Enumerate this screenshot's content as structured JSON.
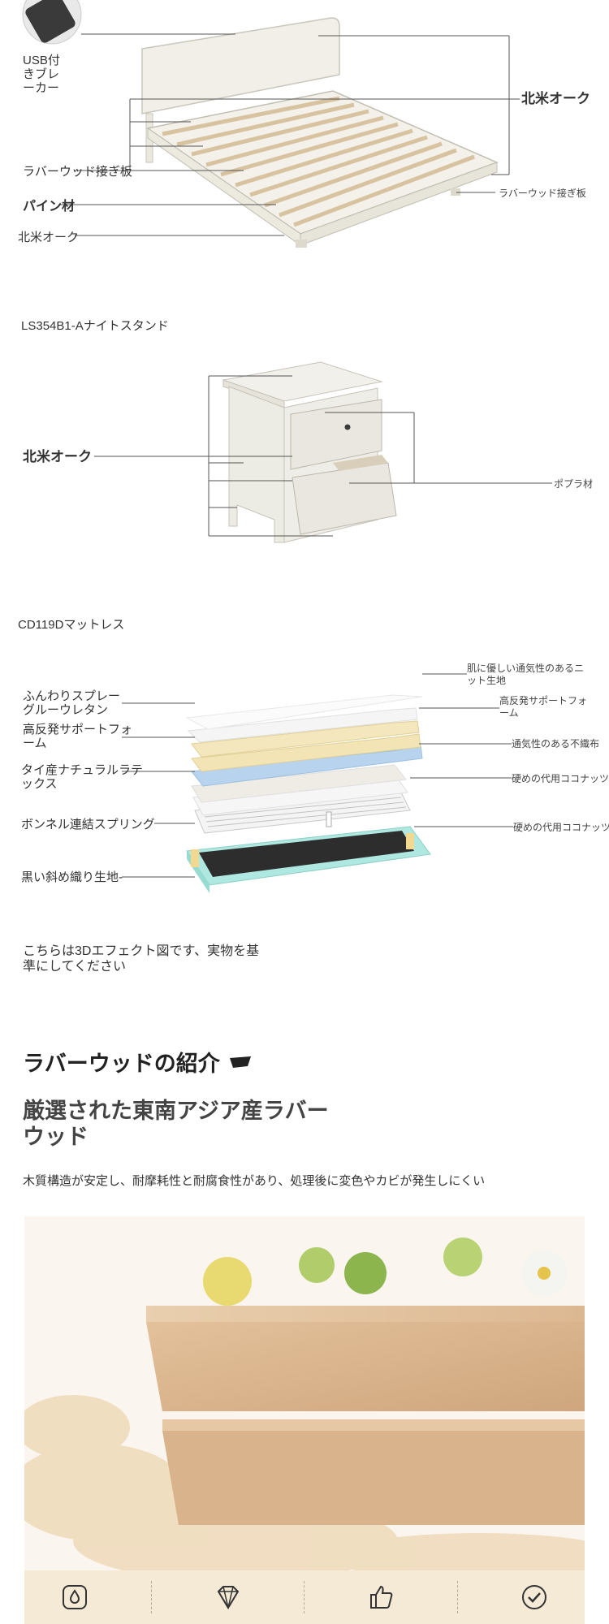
{
  "bed": {
    "usb_label": "USB付\nきブレ\nーカー",
    "left_labels": [
      "ラバーウッド接ぎ板",
      "パイン材",
      "北米オーク"
    ],
    "right_top": "北米オーク",
    "right_bottom": "ラバーウッド接ぎ板"
  },
  "nightstand": {
    "caption": "LS354B1-Aナイトスタンド",
    "left_label": "北米オーク",
    "right_label": "ポプラ材"
  },
  "mattress": {
    "caption": "CD119Dマットレス",
    "left_labels": [
      "ふんわりスプレー\nグルーウレタン",
      "高反発サポートフォ\nーム",
      "タイ産ナチュラルラテ\nックス",
      "ボンネル連結スプリング",
      "黒い斜め織り生地-"
    ],
    "right_labels": [
      "肌に優しい通気性のあるニ\nット生地",
      "高反発サポートフォ\nーム",
      "通気性のある不織布",
      "硬めの代用ココナッツ",
      "硬めの代用ココナッツ"
    ],
    "note": "こちらは3Dエフェクト図です、実物を基\n準にしてください"
  },
  "rubberwood": {
    "title": "ラバーウッドの紹介",
    "title_icon": "brush-stroke-icon",
    "subtitle": "厳選された東南アジア産ラバー\nウッド",
    "description": "木質構造が安定し、耐摩耗性と耐腐食性があり、処理後に変色やカビが発生しにくい",
    "features": [
      "water-drop-icon",
      "diamond-icon",
      "thumbs-up-icon",
      "check-circle-icon"
    ]
  },
  "colors": {
    "frame": "#f1efe7",
    "slat": "#ead9bf",
    "line": "#555555",
    "wood": "#e8c8a2",
    "feature_bg": "#f5ead6"
  }
}
